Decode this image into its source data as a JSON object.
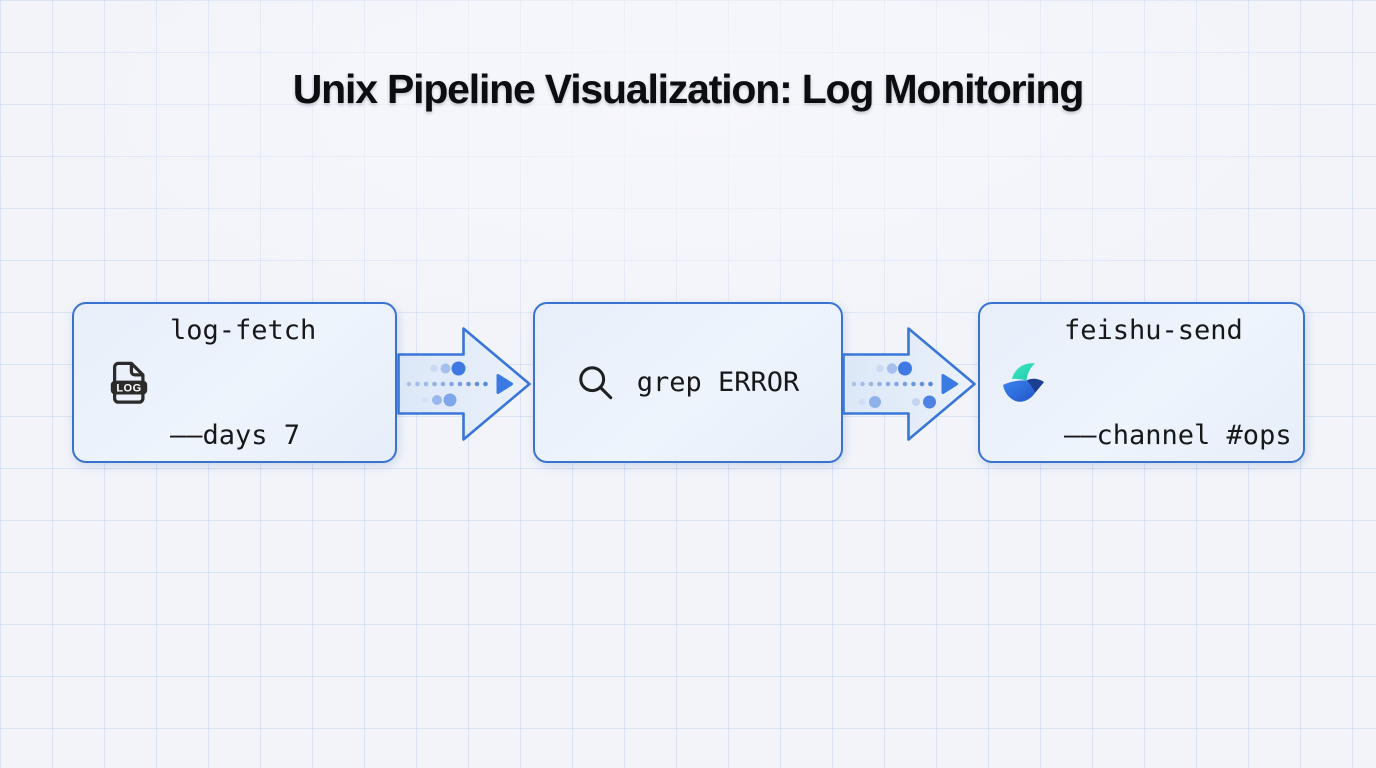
{
  "title": "Unix Pipeline Visualization: Log Monitoring",
  "pipeline": {
    "stages": [
      {
        "name": "log-fetch",
        "icon": "log-file-icon",
        "badge": "LOG",
        "line1": "log-fetch",
        "line2": "––days 7"
      },
      {
        "name": "grep-error",
        "icon": "search-icon",
        "line1": "grep ERROR"
      },
      {
        "name": "feishu-send",
        "icon": "feishu-logo-icon",
        "line1": "feishu-send",
        "line2": "––channel #ops"
      }
    ],
    "connectors": [
      {
        "type": "block-arrow",
        "direction": "right"
      },
      {
        "type": "block-arrow",
        "direction": "right"
      }
    ]
  },
  "colors": {
    "background": "#f2f4fa",
    "grid_line": "#cdd9ef",
    "box_border": "#3a73cd",
    "box_fill": "#e9f0fa",
    "arrow_stroke": "#3a76d8",
    "arrow_accent": "#3b79e3",
    "title_text": "#0c0d10",
    "command_text": "#17181a",
    "icon_dark": "#2b2b2b",
    "feishu_teal": "#2bdcb7",
    "feishu_blue": "#2e6fe6",
    "feishu_navy": "#1d3f92"
  }
}
